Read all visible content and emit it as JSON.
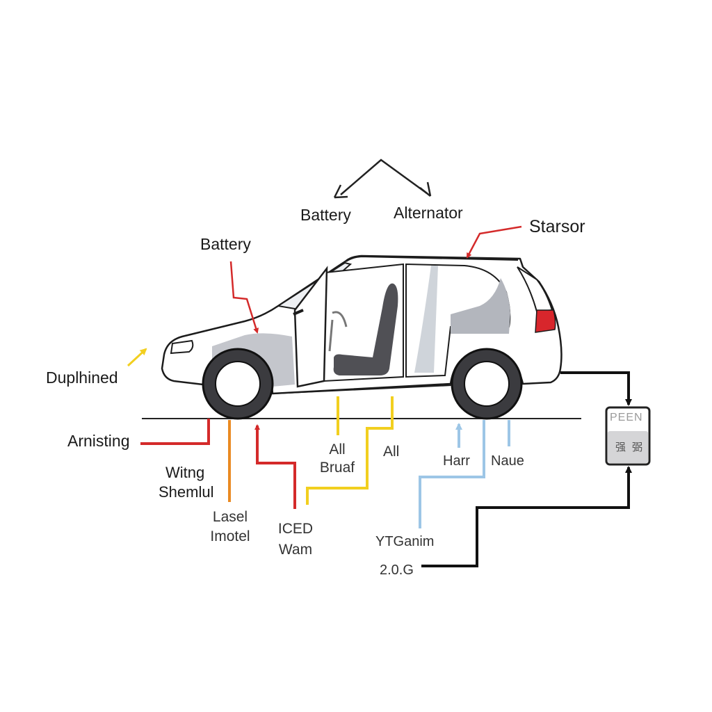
{
  "labels": {
    "battery_top": "Battery",
    "alternator": "Alternator",
    "starsor": "Starsor",
    "battery_left": "Battery",
    "duplined": "Duplhined",
    "arnisting": "Arnisting",
    "witng_line1": "Witng",
    "witng_line2": "Shemlul",
    "lasel_line1": "Lasel",
    "lasel_line2": "Imotel",
    "iced_line1": "ICED",
    "iced_line2": "Wam",
    "all_bruaf_line1": "All",
    "all_bruaf_line2": "Bruaf",
    "all_right": "All",
    "harr": "Harr",
    "naue": "Naue",
    "ytganim": "YTGanim",
    "version": "2.0.G"
  },
  "component_box": {
    "title": "PEEN",
    "subtitle": "强 弼"
  },
  "colors": {
    "red": "#d42a2a",
    "orange": "#ea8a22",
    "yellow": "#f2cf1f",
    "light_blue": "#9dc6e6",
    "black": "#111111",
    "body_shade": "#c4c6cc",
    "seat": "#505055",
    "tail_light": "#d8262c"
  }
}
